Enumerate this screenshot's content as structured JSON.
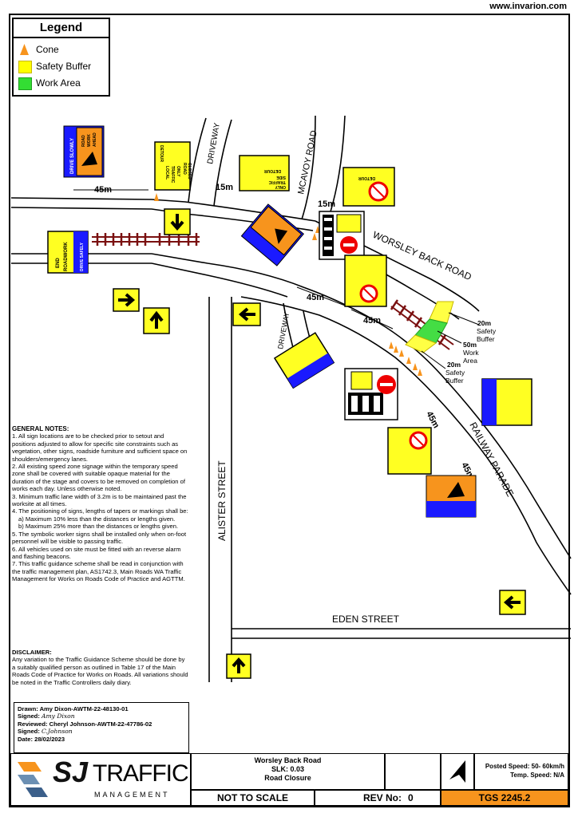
{
  "website": "www.invarion.com",
  "legend": {
    "title": "Legend",
    "items": [
      {
        "label": "Cone",
        "icon": "cone-icon"
      },
      {
        "label": "Safety Buffer",
        "color": "#ffff00"
      },
      {
        "label": "Work Area",
        "color": "#33dd33"
      }
    ]
  },
  "streets": {
    "driveway_top": "DRIVEWAY",
    "mcavoy": "MCAVOY ROAD",
    "worsley": "WORSLEY BACK ROAD",
    "alister": "ALISTER STREET",
    "driveway_mid": "DRIVEWAY",
    "railway": "RAILWAY PARADE",
    "eden": "EDEN STREET"
  },
  "distances": {
    "d45_left": "45m",
    "d15_a": "15m",
    "d15_b": "15m",
    "d45_mid_a": "45m",
    "d45_mid_b": "45m",
    "d45_right_a": "45m",
    "d45_right_b": "45m"
  },
  "buffer_labels": {
    "top": [
      "20m",
      "Safety",
      "Buffer"
    ],
    "work": [
      "50m",
      "Work",
      "Area"
    ],
    "bottom": [
      "20m",
      "Safety",
      "Buffer"
    ]
  },
  "signs": {
    "road_work_ahead": [
      "ROAD",
      "WORK",
      "AHEAD"
    ],
    "drive_slowly": "DRIVE SLOWLY",
    "local_traffic": [
      "LOCAL",
      "TRAFFIC",
      "ONLY"
    ],
    "road_closed": [
      "ROAD",
      "CLOSED"
    ],
    "detour": "DETOUR",
    "side_road_closed": [
      "SIDE",
      "ROAD",
      "CLOSED"
    ],
    "end_roadwork": [
      "END",
      "ROADWORK"
    ],
    "drive_safely": "DRIVE SAFELY"
  },
  "notes": {
    "heading": "GENERAL NOTES:",
    "lines": [
      "1. All sign locations are to be checked prior to setout and positions adjusted to allow for specific site constraints such as vegetation, other signs, roadside furniture and sufficient space on shoulders/emergency lanes.",
      "2. All existing speed zone signage within the temporary speed zone shall be covered with suitable opaque material for the duration of the stage and covers to be removed on completion of works each day. Unless otherwise noted.",
      "3. Minimum traffic lane width of 3.2m is to be maintained past the worksite at all times.",
      "4. The positioning of signs, lengths of tapers or markings shall be:",
      "a) Maximum 10% less than the distances or lengths given.",
      "b) Maximum 25% more than the distances or lengths given.",
      "5. The symbolic worker signs shall be installed only when on-foot personnel will be visible to passing traffic.",
      "6. All vehicles used on site must be fitted with an reverse alarm and flashing beacons.",
      "7. This traffic guidance scheme shall be read in conjunction with the traffic management plan, AS1742.3, Main Roads WA Traffic Management for Works on Roads Code of Practice and AGTTM."
    ]
  },
  "disclaimer": {
    "heading": "DISCLAIMER:",
    "text": "Any variation to the Traffic Guidance Scheme should be done by a suitably qualified person as outlined in Table 17 of the Main Roads Code of Practice for Works on Roads. All variations should be noted in the Traffic Controllers daily diary."
  },
  "signoff": {
    "drawn": "Drawn: Amy Dixon-AWTM-22-48130-01",
    "signed1_label": "Signed:",
    "signed1_sig": "Amy Dixon",
    "reviewed": "Reviewed: Cheryl Johnson-AWTM-22-47786-02",
    "signed2_label": "Signed:",
    "signed2_sig": "C.Johnson",
    "date": "Date: 28/02/2023"
  },
  "title_block": {
    "logo_sj": "SJ",
    "logo_traffic": "TRAFFIC",
    "logo_management": "MANAGEMENT",
    "road": "Worsley Back Road",
    "slk": "SLK: 0.03",
    "desc": "Road Closure",
    "scale": "NOT TO SCALE",
    "rev_label": "REV No:",
    "rev_value": "0",
    "posted_speed": "Posted Speed: 50- 60km/h",
    "temp_speed": "Temp. Speed: N/A",
    "tgs": "TGS 2245.2",
    "accent_color": "#f7941d"
  }
}
